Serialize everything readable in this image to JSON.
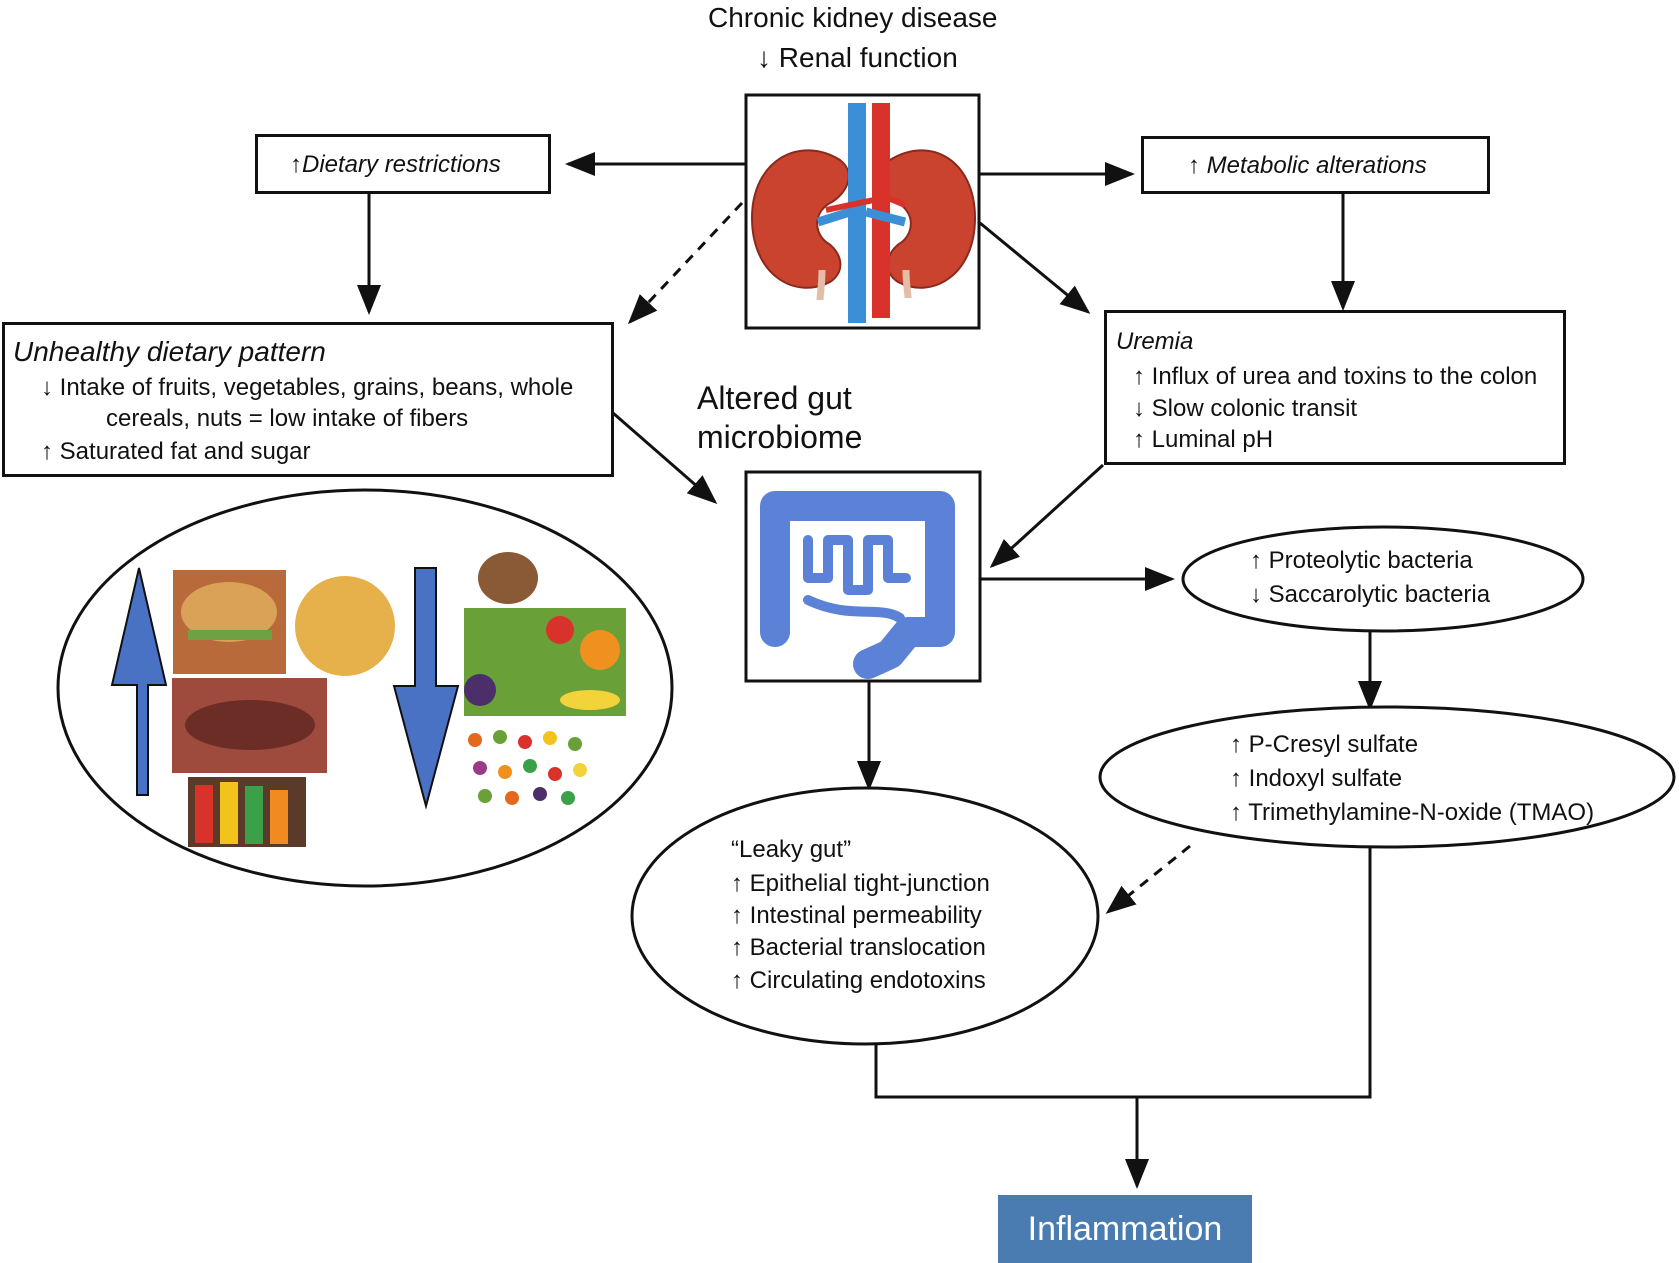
{
  "top": {
    "title": "Chronic kidney disease",
    "subtitle": "↓ Renal function"
  },
  "dietary_restrictions": "↑Dietary restrictions",
  "metabolic_alterations": "↑ Metabolic alterations",
  "unhealthy_pattern": {
    "title": "Unhealthy dietary pattern",
    "line1": "↓ Intake of fruits, vegetables, grains, beans, whole",
    "line2": "cereals, nuts = low intake of fibers",
    "line3": "↑ Saturated fat and sugar"
  },
  "uremia": {
    "title": "Uremia",
    "line1": "↑ Influx of urea and toxins to the colon",
    "line2": "↓ Slow colonic transit",
    "line3": "↑ Luminal pH"
  },
  "altered_gut": {
    "line1": "Altered gut",
    "line2": "microbiome"
  },
  "bacteria": {
    "line1": "↑ Proteolytic bacteria",
    "line2": "↓ Saccarolytic bacteria"
  },
  "toxins": {
    "line1": "↑ P-Cresyl sulfate",
    "line2": "↑ Indoxyl sulfate",
    "line3": "↑ Trimethylamine-N-oxide (TMAO)"
  },
  "leaky_gut": {
    "title": "“Leaky gut”",
    "line1": "↑ Epithelial tight-junction",
    "line2": "↑ Intestinal permeability",
    "line3": "↑ Bacterial translocation",
    "line4": "↑ Circulating endotoxins"
  },
  "inflammation": "Inflammation",
  "colors": {
    "inflammation_box": "#4a7cb2",
    "diet_arrows": "#4a72c4",
    "intestine": "#5b82d6",
    "kidney": "#c9432e",
    "vein": "#3b8fd6",
    "artery": "#d8322b"
  }
}
